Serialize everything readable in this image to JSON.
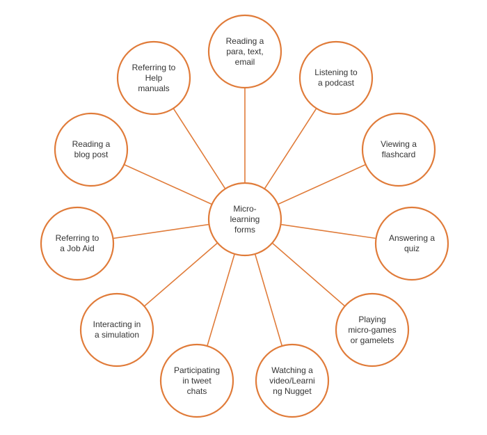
{
  "center": {
    "label": "Micro-\nlearning\nforms"
  },
  "nodes": [
    {
      "label": "Reading a\npara, text,\nemail"
    },
    {
      "label": "Listening to\na podcast"
    },
    {
      "label": "Viewing a\nflashcard"
    },
    {
      "label": "Answering a\nquiz"
    },
    {
      "label": "Playing\nmicro-games\nor gamelets"
    },
    {
      "label": "Watching a\nvideo/Learni\nng Nugget"
    },
    {
      "label": "Participating\nin tweet\nchats"
    },
    {
      "label": "Interacting in\na simulation"
    },
    {
      "label": "Referring to\na Job Aid"
    },
    {
      "label": "Reading a\nblog post"
    },
    {
      "label": "Referring to\nHelp\nmanuals"
    }
  ],
  "colors": {
    "stroke": "#e07b39",
    "text": "#333333"
  }
}
